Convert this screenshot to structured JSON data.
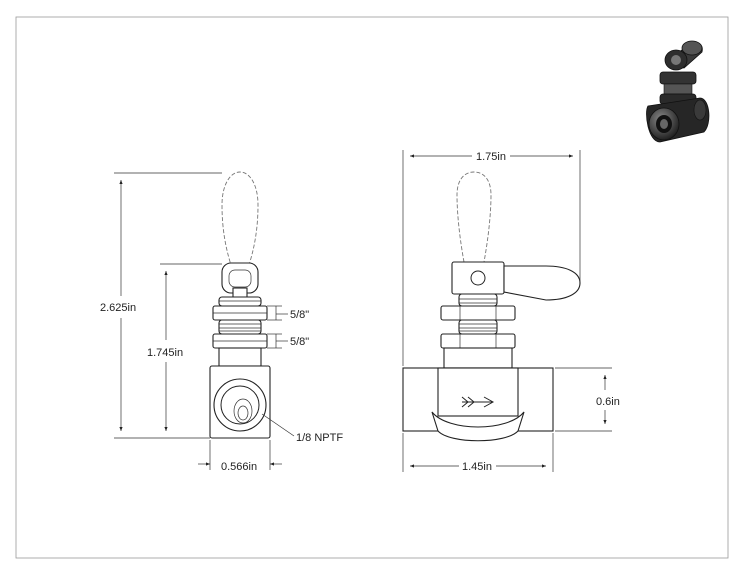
{
  "drawing": {
    "dimensions": {
      "overall_height": "2.625in",
      "stem_height": "1.745in",
      "body_width_front": "0.566in",
      "nut_top": "5/8\"",
      "nut_bottom": "5/8\"",
      "port_thread": "1/8 NPTF",
      "overall_width": "1.75in",
      "body_length": "1.45in",
      "body_height": "0.6in"
    }
  }
}
